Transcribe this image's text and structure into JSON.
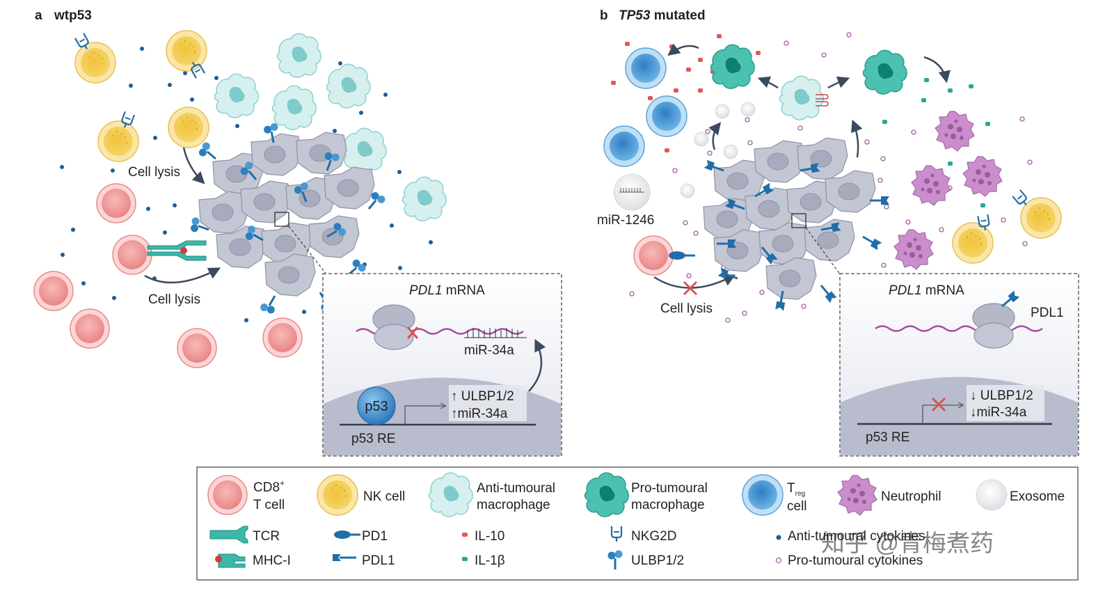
{
  "panel_a": {
    "letter": "a",
    "title": "wtp53",
    "cell_lysis_1": "Cell lysis",
    "cell_lysis_2": "Cell lysis",
    "inset": {
      "mrna_italic": "PDL1",
      "mrna_rest": " mRNA",
      "mirna_label": "miR-34a",
      "p53_label": "p53",
      "up_ulbp": "↑ ULBP1/2",
      "up_mir": "↑miR-34a",
      "re_label": "p53 RE"
    }
  },
  "panel_b": {
    "letter": "b",
    "title": "TP53",
    "title_rest": " mutated",
    "mir_1246": "miR-1246",
    "cell_lysis": "Cell lysis",
    "inset": {
      "mrna_italic": "PDL1",
      "mrna_rest": " mRNA",
      "pdl1_label": "PDL1",
      "down_ulbp": "↓ ULBP1/2",
      "down_mir": "↓miR-34a",
      "re_label": "p53 RE"
    }
  },
  "legend": {
    "cd8_line1": "CD8",
    "cd8_sup": "+",
    "cd8_line2": "T cell",
    "nk": "NK cell",
    "anti_mac_1": "Anti-tumoural",
    "anti_mac_2": "macrophage",
    "pro_mac_1": "Pro-tumoural",
    "pro_mac_2": "macrophage",
    "treg_t": "T",
    "treg_sub": "reg",
    "treg_cell": "cell",
    "neutrophil": "Neutrophil",
    "exosome": "Exosome",
    "tcr": "TCR",
    "mhc": "MHC-I",
    "pd1": "PD1",
    "pdl1": "PDL1",
    "il10": "IL-10",
    "il1b": "IL-1β",
    "nkg2d": "NKG2D",
    "ulbp": "ULBP1/2",
    "anti_cyt": "Anti-tumoural cytokines",
    "pro_cyt": "Pro-tumoural cytokines"
  },
  "watermark": "知乎 @青梅煮药",
  "colors": {
    "cd8_fill": "#f2a3a3",
    "nk_fill": "#f3cd5a",
    "anti_mac": "#bfe6e6",
    "pro_mac": "#3bb8a8",
    "treg": "#4f9fd8",
    "neutrophil": "#c58cc7",
    "tumour": "#b9bccb",
    "receptor_blue": "#1f6ea8",
    "arrow": "#3b4a5e",
    "mrna": "#a64d9c",
    "cross": "#d9534f"
  }
}
